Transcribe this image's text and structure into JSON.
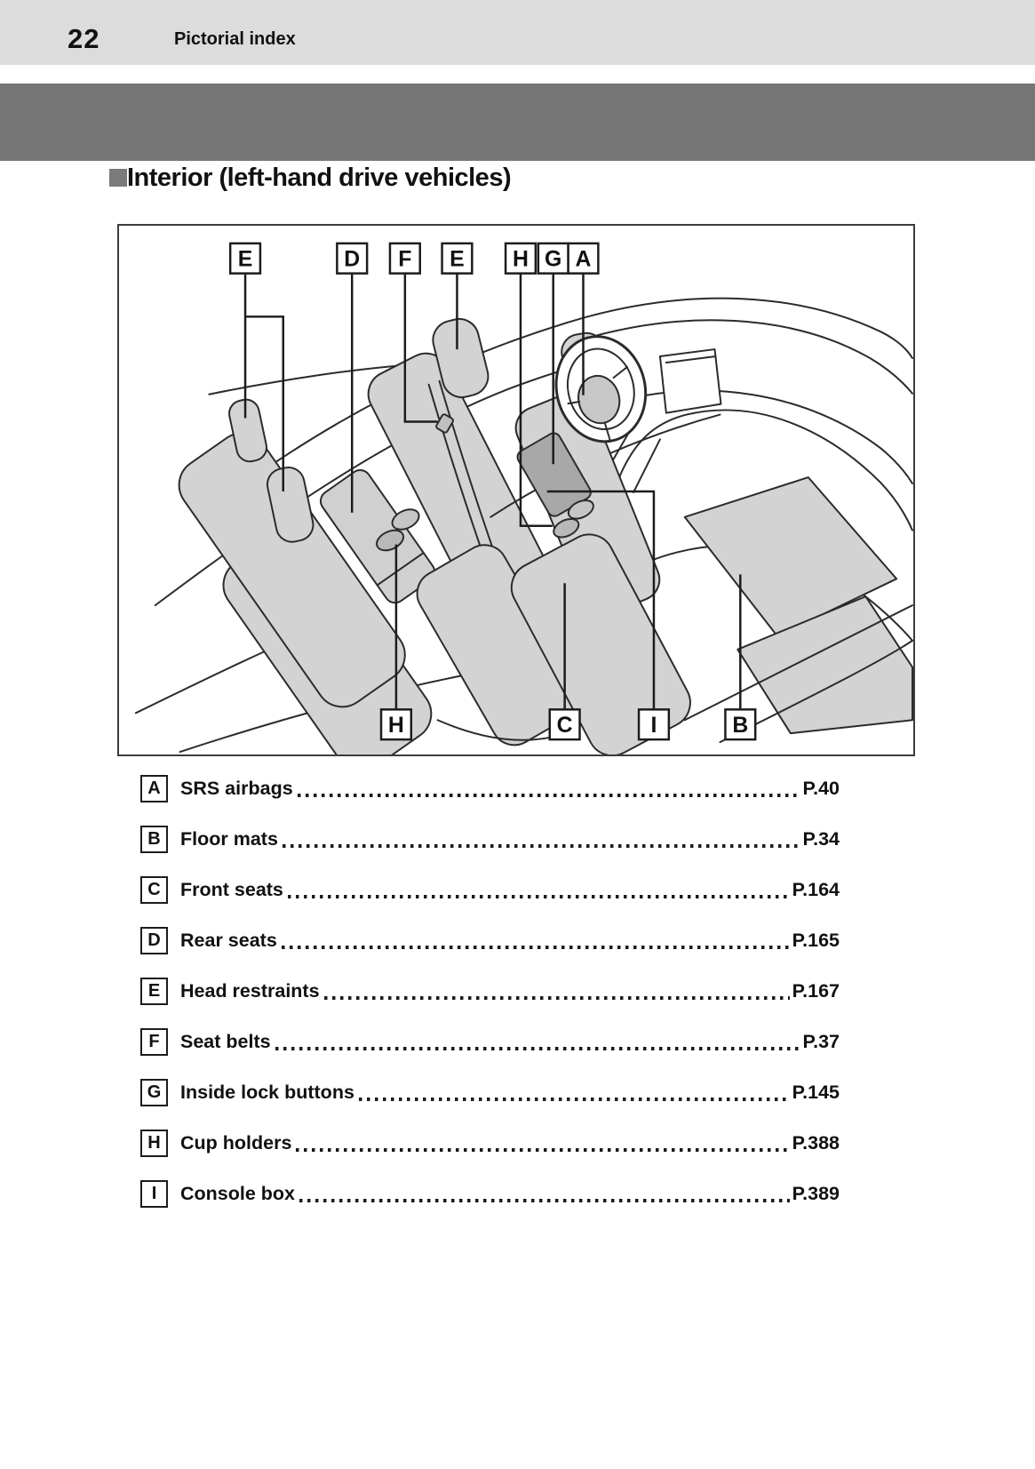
{
  "page": {
    "number": "22",
    "header_title": "Pictorial index",
    "section_title": "Interior (left-hand drive vehicles)"
  },
  "diagram": {
    "top_labels": [
      "E",
      "D",
      "F",
      "E",
      "H",
      "G",
      "A"
    ],
    "bottom_labels": [
      "H",
      "C",
      "I",
      "B"
    ]
  },
  "index": {
    "items": [
      {
        "letter": "A",
        "label": "SRS airbags",
        "page_ref": "P.40"
      },
      {
        "letter": "B",
        "label": "Floor mats",
        "page_ref": "P.34"
      },
      {
        "letter": "C",
        "label": "Front seats",
        "page_ref": "P.164"
      },
      {
        "letter": "D",
        "label": "Rear seats",
        "page_ref": "P.165"
      },
      {
        "letter": "E",
        "label": "Head restraints",
        "page_ref": "P.167"
      },
      {
        "letter": "F",
        "label": "Seat belts",
        "page_ref": "P.37"
      },
      {
        "letter": "G",
        "label": "Inside lock buttons",
        "page_ref": "P.145"
      },
      {
        "letter": "H",
        "label": "Cup holders",
        "page_ref": "P.388"
      },
      {
        "letter": "I",
        "label": "Console box",
        "page_ref": "P.389"
      }
    ]
  },
  "colors": {
    "header_bar": "#dcdcdc",
    "band": "#767676",
    "heading_square": "#7a7a7a",
    "seat_fill": "#d3d3d3",
    "seat_fill_dark": "#b9b9b9",
    "console_lid": "#a8a8a8",
    "line": "#2b2b2b"
  }
}
